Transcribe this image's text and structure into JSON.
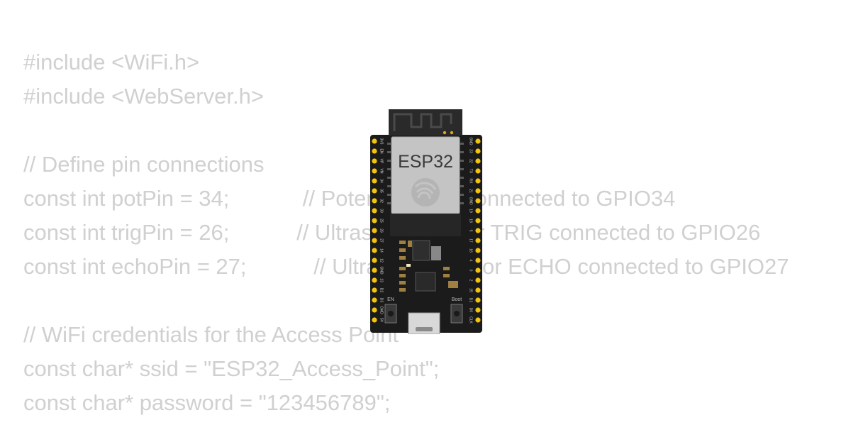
{
  "code": {
    "lines": [
      "#include <WiFi.h>",
      "#include <WebServer.h>",
      "",
      "// Define pin connections",
      "const int potPin = 34;            // Potentiometer connected to GPIO34",
      "const int trigPin = 26;           // Ultrasonic sensor TRIG connected to GPIO26",
      "const int echoPin = 27;           // Ultrasonic sensor ECHO connected to GPIO27",
      "",
      "// WiFi credentials for the Access Point",
      "const char* ssid = \"ESP32_Access_Point\";",
      "const char* password = \"123456789\";"
    ]
  },
  "board": {
    "module_label": "ESP32",
    "en_label": "EN",
    "boot_label": "Boot",
    "left_pins": [
      "3V3",
      "EN",
      "VP",
      "VN",
      "34",
      "35",
      "32",
      "33",
      "25",
      "26",
      "27",
      "14",
      "12",
      "GND",
      "13",
      "D2",
      "D3",
      "CMD",
      "5V"
    ],
    "right_pins": [
      "GND",
      "23",
      "22",
      "TX",
      "RX",
      "21",
      "GND",
      "19",
      "18",
      "5",
      "17",
      "16",
      "4",
      "0",
      "2",
      "15",
      "D1",
      "D0",
      "CLK"
    ],
    "colors": {
      "pcb": "#1b1b1b",
      "module_shield": "#c4c4c4",
      "module_label": "#3a3a3a",
      "header_pin": "#f2c40c",
      "code_text": "#d0d0d0"
    }
  }
}
